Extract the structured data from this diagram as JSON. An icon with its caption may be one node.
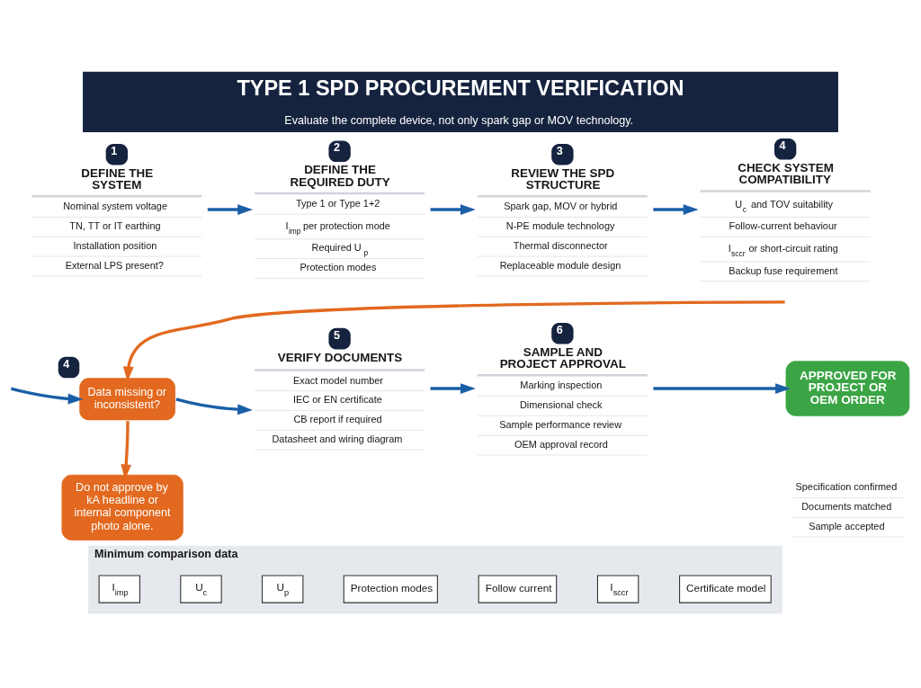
{
  "diagram": {
    "title": "TYPE 1 SPD PROCUREMENT VERIFICATION",
    "caption": "Evaluate the complete device, not only spark gap or MOV technology.",
    "nodes": [
      {
        "text": [
          "1",
          "DEFINE THE SYSTEM",
          "Nominal system voltage",
          "TN, TT or IT earthing",
          "Installation position",
          "External LPS present?"
        ]
      },
      {
        "text": [
          "2",
          "DEFINE THE REQUIRED DUTY",
          "Type 1 or Type 1+2",
          "I$_{imp}$ per protection mode",
          "Required U$_{p}$",
          "Protection modes"
        ]
      },
      {
        "text": [
          "3",
          "REVIEW THE SPD STRUCTURE",
          "Spark gap, MOV or hybrid",
          "N-PE module technology",
          "Thermal disconnector",
          "Replaceable module design"
        ]
      },
      {
        "text": [
          "4",
          "CHECK SYSTEM COMPATIBILITY",
          "U$_{c}$ and TOV suitability",
          "Follow-current behaviour",
          "I$_{sccr}$ or short-circuit rating",
          "Backup fuse requirement"
        ]
      },
      {
        "text": [
          "4",
          "Data missing or inconsistent?"
        ]
      },
      {
        "text": [
          "5",
          "VERIFY DOCUMENTS",
          "Exact model number",
          "IEC or EN certificate",
          "CB report if required",
          "Datasheet and wiring diagram"
        ]
      },
      {
        "text": [
          "6",
          "SAMPLE AND PROJECT APPROVAL",
          "Marking inspection",
          "Dimensional check",
          "Sample performance review",
          "OEM approval record"
        ]
      },
      {
        "text": [
          "APPROVED FOR PROJECT OR OEM ORDER"
        ],
        "beside": [
          "Specification confirmed",
          "Documents matched",
          "Sample accepted"
        ]
      },
      {
        "text": [
          "Do not approve by kA headline or internal component photo alone."
        ]
      },
      {
        "text": [
          "Minimum comparison data"
        ]
      },
      {
        "text": [
          "I$_{imp}$"
        ],
        "in": 9
      },
      {
        "text": [
          "U$_{c}$"
        ],
        "in": 9
      },
      {
        "text": [
          "U$_{p}$"
        ],
        "in": 9
      },
      {
        "text": [
          "Protection modes"
        ],
        "in": 9
      },
      {
        "text": [
          "Follow current"
        ],
        "in": 9
      },
      {
        "text": [
          "I$_{sccr}$"
        ],
        "in": 9
      },
      {
        "text": [
          "Certificate model"
        ],
        "in": 9
      }
    ],
    "edges": [
      {
        "from": 0,
        "to": 1,
        "arrow": "to"
      },
      {
        "from": 1,
        "to": 2,
        "arrow": "to"
      },
      {
        "from": 2,
        "to": 3,
        "arrow": "to"
      },
      {
        "from": null,
        "to": 4,
        "arrow": "to",
        "color": "#e2691f"
      },
      {
        "from": null,
        "to": 4,
        "arrow": "to"
      },
      {
        "from": 4,
        "to": 5,
        "arrow": "to"
      },
      {
        "from": 5,
        "to": 6,
        "arrow": "to"
      },
      {
        "from": 6,
        "to": 7,
        "arrow": "to"
      },
      {
        "from": 4,
        "to": 8,
        "arrow": "to",
        "color": "#e2691f"
      }
    ]
  }
}
